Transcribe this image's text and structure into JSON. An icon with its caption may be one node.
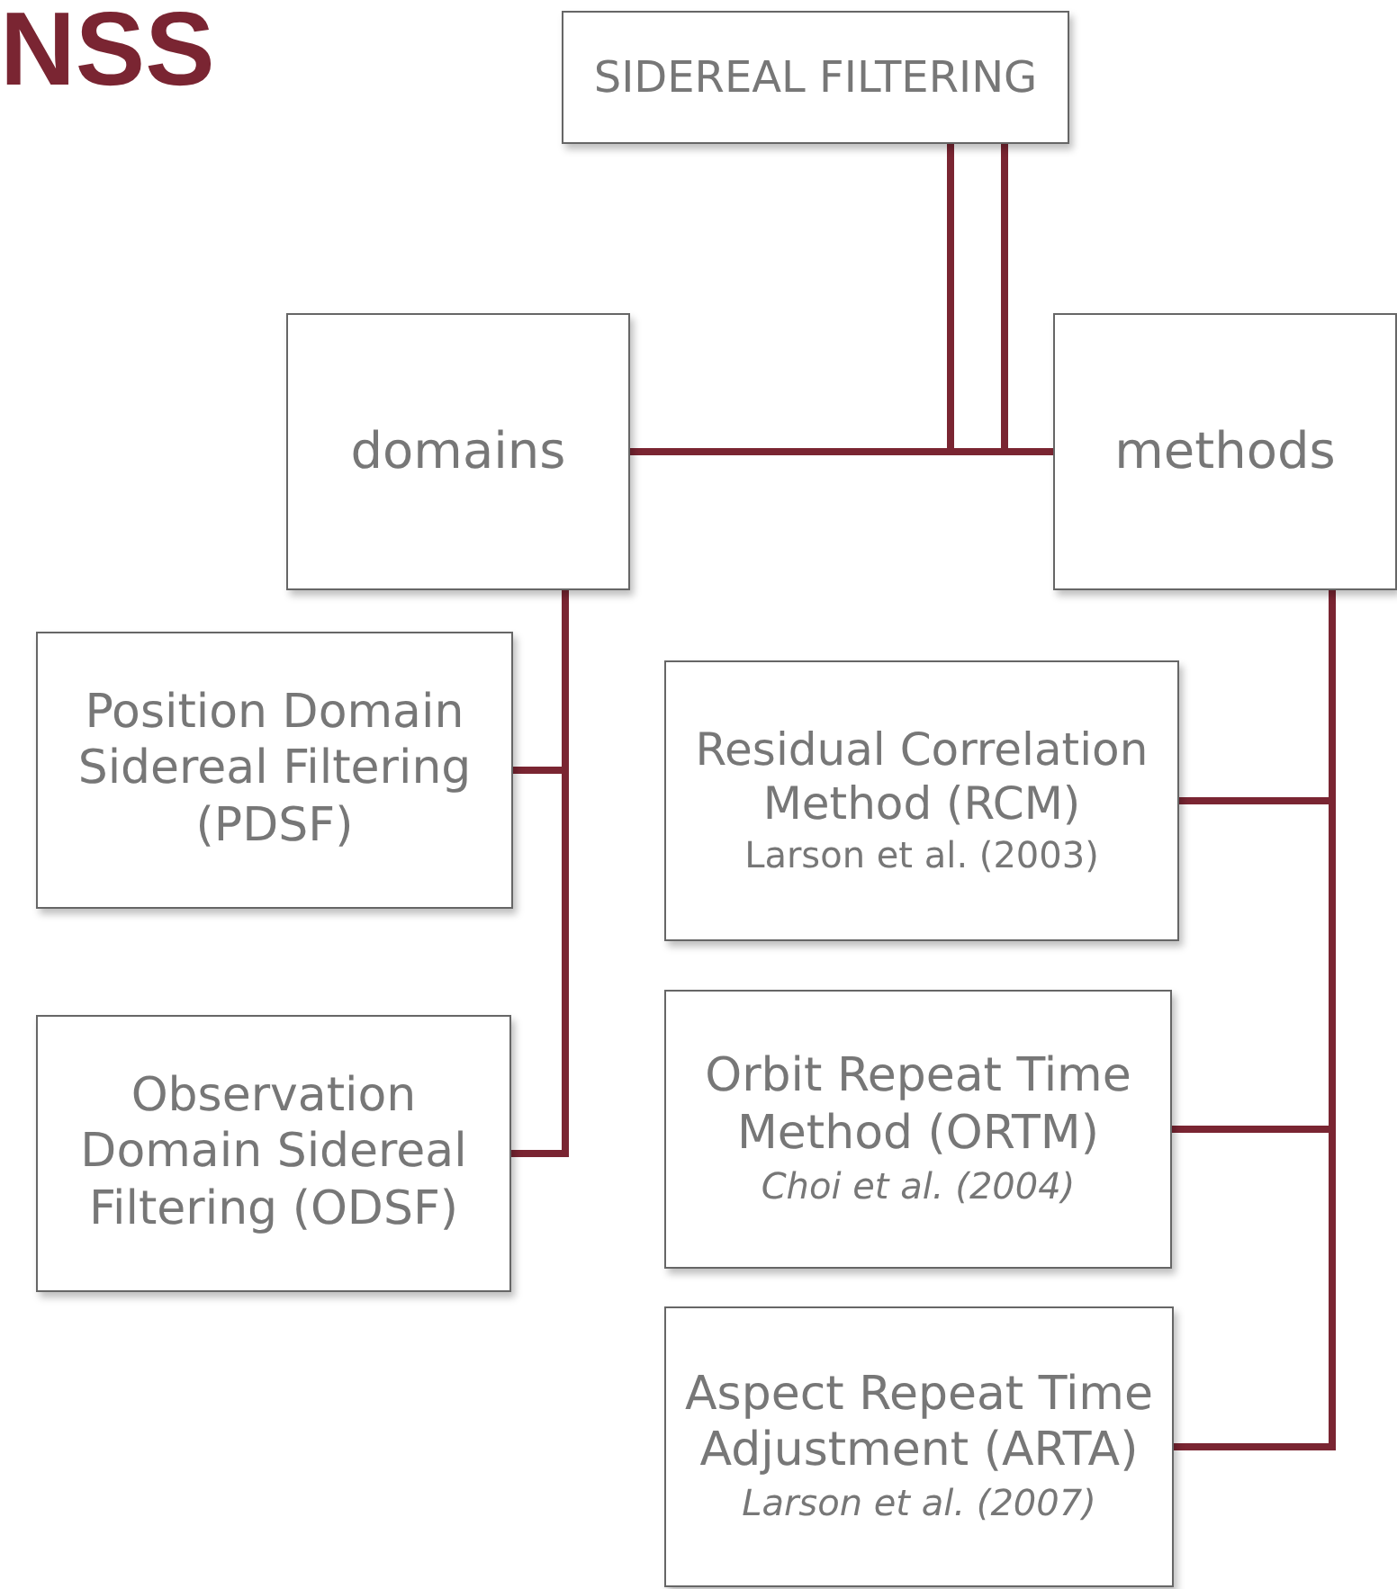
{
  "diagram": {
    "title": "NSS",
    "nodes": [
      {
        "text": [
          "SIDEREAL FILTERING"
        ]
      },
      {
        "text": [
          "domains"
        ]
      },
      {
        "text": [
          "methods"
        ]
      },
      {
        "text": [
          "Position Domain Sidereal Filtering (PDSF)"
        ]
      },
      {
        "text": [
          "Observation Domain Sidereal Filtering (ODSF)"
        ]
      },
      {
        "text": [
          "Residual Correlation Method (RCM)",
          "Larson et al. (2003)"
        ]
      },
      {
        "text": [
          "Orbit Repeat Time Method (ORTM)",
          "*Choi et al. (2004)*"
        ]
      },
      {
        "text": [
          "Aspect Repeat Time Adjustment (ARTA)",
          "*Larson et al. (2007)*"
        ]
      }
    ],
    "edges": [
      {
        "from": 0,
        "to": 1,
        "arrow": "none"
      },
      {
        "from": 0,
        "to": 2,
        "arrow": "none"
      },
      {
        "from": 1,
        "to": 3,
        "arrow": "none"
      },
      {
        "from": 1,
        "to": 4,
        "arrow": "none"
      },
      {
        "from": 2,
        "to": 5,
        "arrow": "none"
      },
      {
        "from": 2,
        "to": 6,
        "arrow": "none"
      },
      {
        "from": 2,
        "to": 7,
        "arrow": "none"
      }
    ]
  }
}
